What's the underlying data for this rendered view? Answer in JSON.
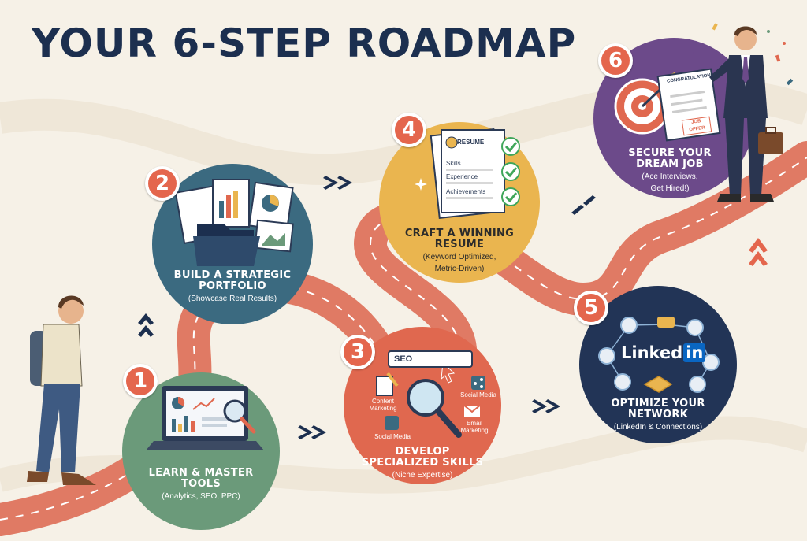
{
  "title": "YOUR 6-STEP ROADMAP",
  "steps": [
    {
      "number": "1",
      "heading_line1": "LEARN & MASTER",
      "heading_line2": "TOOLS",
      "subtitle": "(Analytics, SEO, PPC)",
      "color": "#6b9a7a"
    },
    {
      "number": "2",
      "heading_line1": "BUILD A STRATEGIC",
      "heading_line2": "PORTFOLIO",
      "subtitle": "(Showcase Real Results)",
      "color": "#3b6a80"
    },
    {
      "number": "3",
      "heading_line1": "DEVELOP",
      "heading_line2": "SPECIALIZED SKILLS",
      "subtitle": "(Niche Expertise)",
      "color": "#e0684f"
    },
    {
      "number": "4",
      "heading_line1": "CRAFT A WINNING",
      "heading_line2": "RESUME",
      "subtitle_line1": "(Keyword Optimized,",
      "subtitle_line2": "Metric-Driven)",
      "color": "#eab54f"
    },
    {
      "number": "5",
      "heading_line1": "OPTIMIZE YOUR",
      "heading_line2": "NETWORK",
      "subtitle": "(LinkedIn & Connections)",
      "color": "#223456"
    },
    {
      "number": "6",
      "heading_line1": "SECURE YOUR",
      "heading_line2": "DREAM JOB",
      "subtitle_line1": "(Ace Interviews,",
      "subtitle_line2": "Get Hired!)",
      "color": "#6c4a8a"
    }
  ],
  "step3_tags": {
    "search": "SEO",
    "content_marketing": "Content Marketing",
    "social_media_left": "Social Media",
    "social_media_right": "Social Media",
    "email_marketing": "Email Marketing"
  },
  "step4_resume": {
    "title": "RESUME",
    "skills": "Skills",
    "experience": "Experience",
    "achievements": "Achievements"
  },
  "step5_brand": {
    "linked": "Linked",
    "in": "in"
  },
  "step6_doc": {
    "congrats": "CONGRATULATIONS!",
    "stamp": "JOB OFFER"
  },
  "colors": {
    "road": "#e07a64",
    "title": "#1c2f4f",
    "badge": "#e4664d",
    "background": "#f6f1e7"
  },
  "icons": [
    "laptop-icon",
    "magnifier-icon",
    "folder-icon",
    "chart-icon",
    "resume-icon",
    "checkmark-icon",
    "network-icon",
    "handshake-icon",
    "target-icon",
    "arrow-icon",
    "briefcase-icon",
    "chevron-arrows-icon"
  ]
}
